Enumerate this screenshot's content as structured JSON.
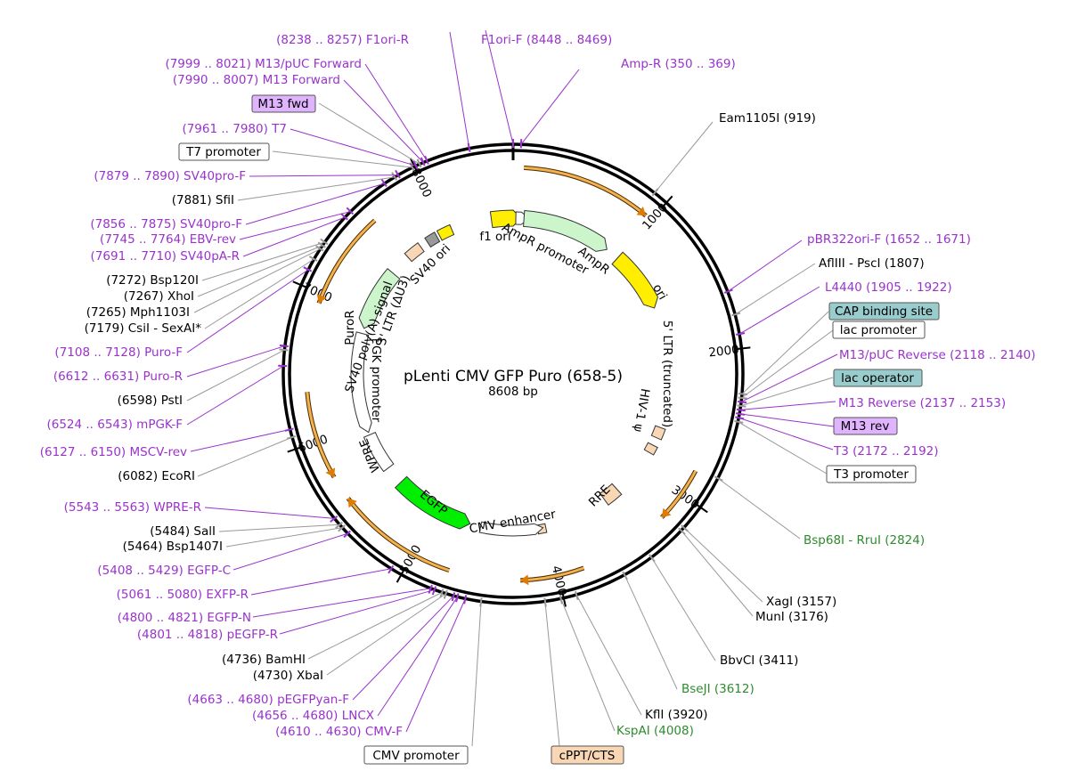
{
  "center": {
    "name": "pLenti CMV GFP Puro (658-5)",
    "length": "8608 bp"
  },
  "ticks": [
    "1000",
    "2000",
    "3000",
    "4000",
    "5000",
    "6000",
    "7000",
    "8000"
  ],
  "features": {
    "f1_ori": "f1 ori",
    "ampr_promoter": "AmpR promoter",
    "ampr": "AmpR",
    "ori": "ori",
    "ltr5": "5' LTR (truncated)",
    "hiv_psi": "HIV-1 ψ",
    "rre": "RRE",
    "cmv_enhancer": "CMV enhancer",
    "egfp": "EGFP",
    "wpre": "WPRE",
    "pgk_promoter": "PGK promoter",
    "puror": "PuroR",
    "sv40_polya": "SV40 poly(A) signal",
    "ltr3": "3' LTR (ΔU3)",
    "sv40_ori": "SV40 ori"
  },
  "labels": {
    "f1ori_r": "(8238 .. 8257)  F1ori-R",
    "f1ori_f": "F1ori-F  (8448 .. 8469)",
    "amp_r": "Amp-R  (350 .. 369)",
    "m13puc_fwd": "(7999 .. 8021)  M13/pUC Forward",
    "m13_fwd": "(7990 .. 8007)  M13 Forward",
    "m13_fwd_box": "M13 fwd",
    "t7": "(7961 .. 7980)  T7",
    "t7_promoter": "T7 promoter",
    "sv40pro_f1": "(7879 .. 7890)  SV40pro-F",
    "sfi": "(7881)  SfiI",
    "sv40pro_f2": "(7856 .. 7875)  SV40pro-F",
    "ebv_rev": "(7745 .. 7764)  EBV-rev",
    "sv40pa_r": "(7691 .. 7710)  SV40pA-R",
    "bsp120i": "(7272)  Bsp120I",
    "xhoi": "(7267)  XhoI",
    "mph1103i": "(7265)  Mph1103I",
    "csii": "(7179)  CsiI - SexAI*",
    "puro_f": "(7108 .. 7128)  Puro-F",
    "puro_r": "(6612 .. 6631)  Puro-R",
    "psti": "(6598)  PstI",
    "mpgk_f": "(6524 .. 6543)  mPGK-F",
    "mscv_rev": "(6127 .. 6150)  MSCV-rev",
    "ecori": "(6082)  EcoRI",
    "wpre_r": "(5543 .. 5563)  WPRE-R",
    "sali": "(5484)  SalI",
    "bsp1407i": "(5464)  Bsp1407I",
    "egfp_c": "(5408 .. 5429)  EGFP-C",
    "exfp_r": "(5061 .. 5080)  EXFP-R",
    "egfp_n": "(4800 .. 4821)  EGFP-N",
    "pegfp_r": "(4801 .. 4818)  pEGFP-R",
    "bamhi": "(4736)  BamHI",
    "xbai": "(4730)  XbaI",
    "pegfpyan_f": "(4663 .. 4680)  pEGFPyan-F",
    "lncx": "(4656 .. 4680)  LNCX",
    "cmv_f": "(4610 .. 4630)  CMV-F",
    "cmv_promoter": "CMV promoter",
    "eam1105i": "Eam1105I  (919)",
    "pbr322ori_f": "pBR322ori-F  (1652 .. 1671)",
    "afliii_psci": "AflIII - PscI  (1807)",
    "l4440": "L4440  (1905 .. 1922)",
    "cap_binding_site": "CAP binding site",
    "lac_promoter": "lac promoter",
    "m13puc_reverse": "M13/pUC Reverse  (2118 .. 2140)",
    "lac_operator": "lac operator",
    "m13_reverse": "M13 Reverse  (2137 .. 2153)",
    "m13_rev_box": "M13 rev",
    "t3": "T3  (2172 .. 2192)",
    "t3_promoter": "T3 promoter",
    "bsp68i_rrui": "Bsp68I - RruI  (2824)",
    "xagi": "XagI  (3157)",
    "muni": "MunI  (3176)",
    "bbvci": "BbvCI  (3411)",
    "bseji": "BseJI  (3612)",
    "kfli": "KflI  (3920)",
    "kspai": "KspAI  (4008)",
    "cppt_cts": "cPPT/CTS"
  },
  "colors": {
    "primer": "#9933cc",
    "enzyme": "#000000",
    "enzyme_unique_alt": "#2e8b2e",
    "orf": "#e69b2e",
    "ori_yellow": "#ffee00",
    "ampr_green": "#ccf5cc",
    "egfp_green": "#00ee00",
    "ltr_peach": "#fad7b4",
    "promoter_white": "#ffffff",
    "sv40_gray": "#999999"
  }
}
